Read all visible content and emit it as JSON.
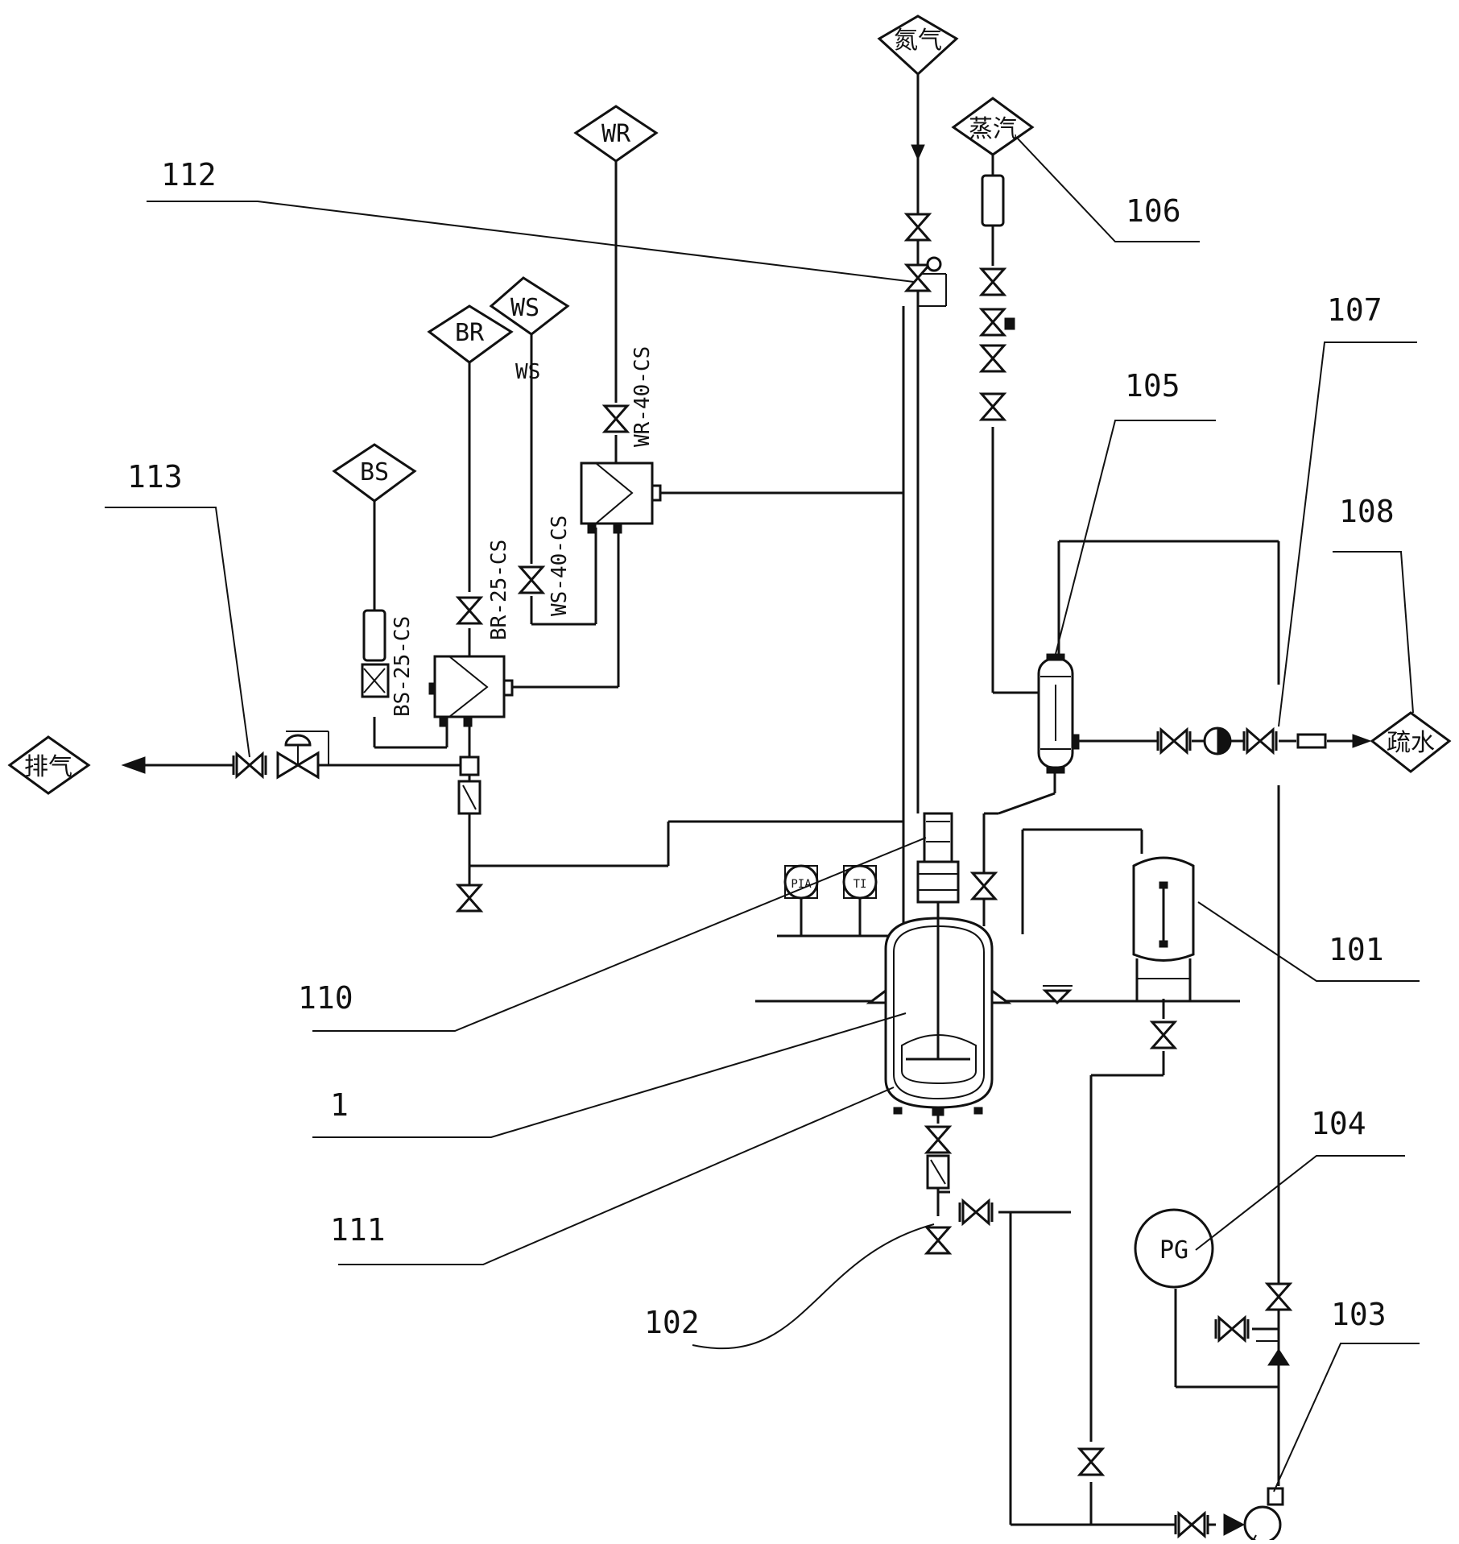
{
  "callouts": {
    "c1": "1",
    "c101": "101",
    "c102": "102",
    "c103": "103",
    "c104": "104",
    "c105": "105",
    "c106": "106",
    "c107": "107",
    "c108": "108",
    "c110": "110",
    "c111": "111",
    "c112": "112",
    "c113": "113"
  },
  "terminals": {
    "nitrogen": "氮气",
    "steam": "蒸汽",
    "wr": "WR",
    "ws": "WS",
    "br": "BR",
    "bs": "BS",
    "exhaust": "排气",
    "drain": "疏水"
  },
  "pipe_labels": {
    "ws_line": "WS",
    "wr_line": "WR-40-CS",
    "ws_valve": "WS-40-CS",
    "br_line": "BR-25-CS",
    "bs_line": "BS-25-CS"
  },
  "instruments": {
    "pg": "PG",
    "pia": "PIA",
    "ti": "TI"
  },
  "icons": [
    "gate-valve-icon",
    "control-valve-icon",
    "pump-icon",
    "check-valve-icon",
    "sight-glass-icon",
    "steam-trap-icon",
    "agitator-motor-icon"
  ]
}
